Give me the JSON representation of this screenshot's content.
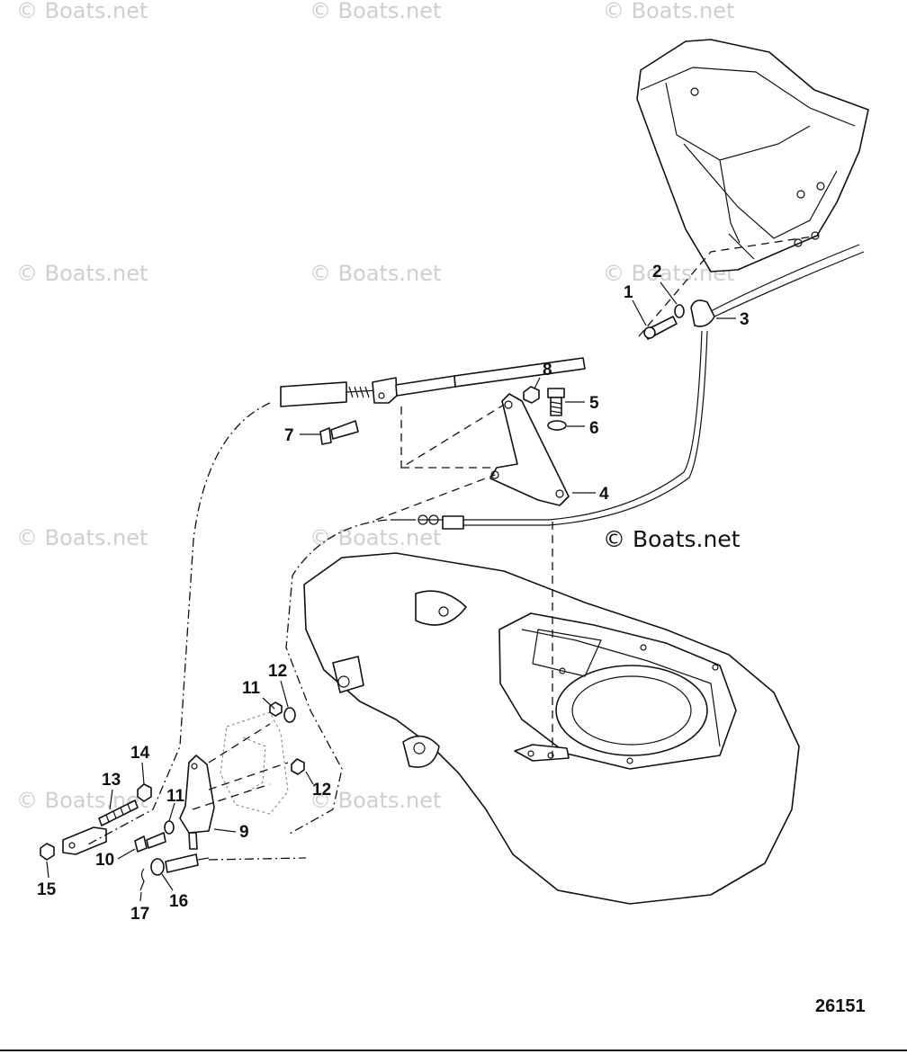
{
  "watermark": "© Boats.net",
  "copyright": "© Boats.net",
  "diagram_code": "26151",
  "callouts": {
    "c1": "1",
    "c2": "2",
    "c3": "3",
    "c4": "4",
    "c5": "5",
    "c6": "6",
    "c7": "7",
    "c8": "8",
    "c9": "9",
    "c10": "10",
    "c11a": "11",
    "c11b": "11",
    "c12a": "12",
    "c12b": "12",
    "c13": "13",
    "c14": "14",
    "c15": "15",
    "c16": "16",
    "c17": "17"
  }
}
